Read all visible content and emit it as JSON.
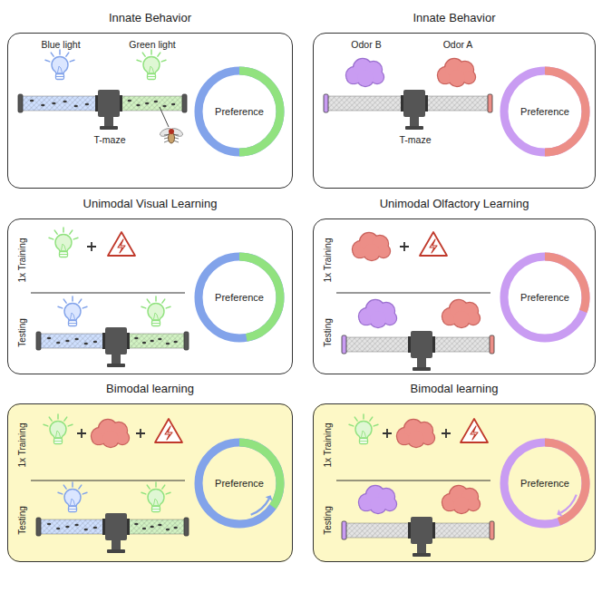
{
  "diagram": {
    "nodes": [
      {
        "text": [
          "Innate Behavior",
          "Blue light",
          "Green light",
          "T-maze"
        ]
      },
      {
        "text": [
          "Preference"
        ],
        "in": 0
      },
      {
        "text": [
          "Innate Behavior",
          "Odor B",
          "Odor A",
          "T-maze"
        ]
      },
      {
        "text": [
          "Preference"
        ],
        "in": 2
      },
      {
        "text": [
          "Unimodal Visual Learning",
          "1x Training",
          "Testing"
        ]
      },
      {
        "text": [
          "Preference"
        ],
        "in": 4
      },
      {
        "text": [
          "Unimodal Olfactory Learning",
          "1x Training",
          "Testing"
        ]
      },
      {
        "text": [
          "Preference"
        ],
        "in": 6
      },
      {
        "text": [
          "Bimodal learning",
          "1x Training",
          "Testing"
        ]
      },
      {
        "text": [
          "Preference"
        ],
        "in": 8
      },
      {
        "text": [
          "Bimodal learning",
          "1x Training",
          "Testing"
        ]
      },
      {
        "text": [
          "Preference"
        ],
        "in": 10
      }
    ]
  }
}
